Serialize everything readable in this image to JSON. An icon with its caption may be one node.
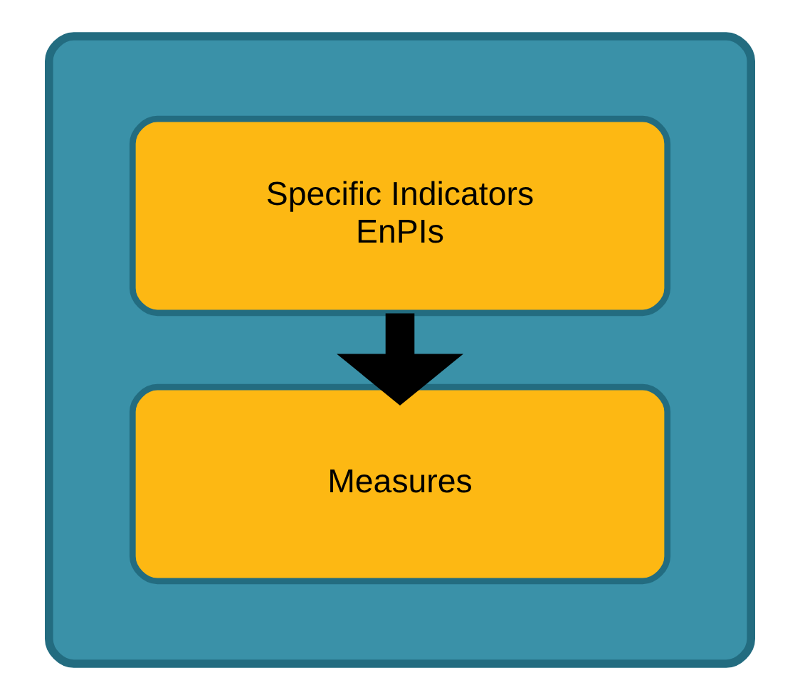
{
  "diagram": {
    "nodes": [
      {
        "text": [],
        "shape": "box"
      },
      {
        "text": [
          "Specific Indicators",
          "EnPIs"
        ],
        "in": 0
      },
      {
        "text": [
          "Measures"
        ],
        "in": 0
      }
    ],
    "edges": [
      {
        "from": 1,
        "to": 2,
        "arrow": "to"
      }
    ]
  }
}
